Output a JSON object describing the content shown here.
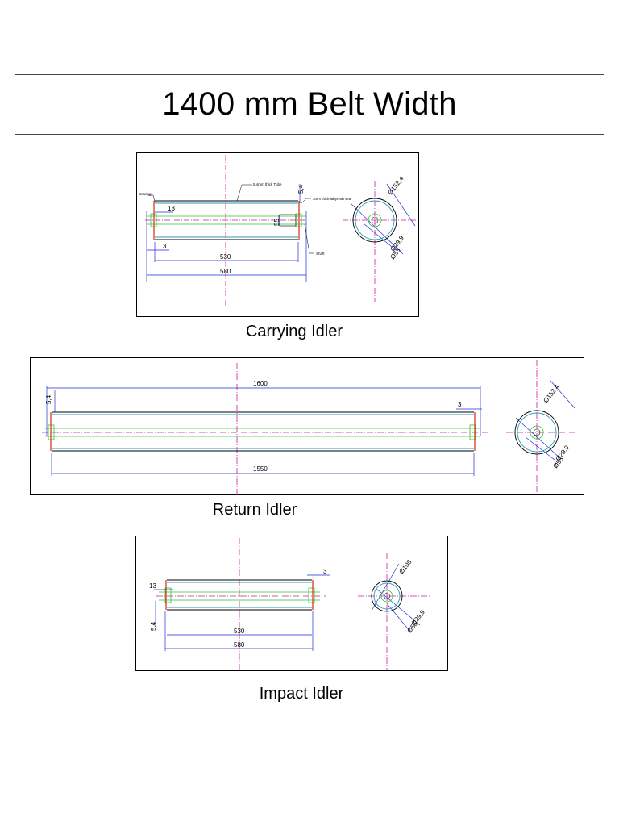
{
  "title": "1400 mm Belt Width",
  "colors": {
    "dimension": "#1f2fd6",
    "centerline": "#d4169c",
    "tube": "#2a9ab8",
    "shaft": "#2fc72f",
    "seal": "#d83a1e",
    "outline": "#000000"
  },
  "carrying": {
    "caption": "Carrying Idler",
    "dims": {
      "d13": "13",
      "d3": "3",
      "d530": "530",
      "d580": "580",
      "d54": "5,4",
      "d55": "55",
      "dia152": "Ø152,4",
      "dia29": "Ø29,9",
      "dia55": "Ø55"
    },
    "notes": {
      "tube": "5.4mm thick Tube",
      "seal": "3mm thick labyrinth seal",
      "bearing": "Bearing",
      "shaft": "Shaft"
    }
  },
  "return": {
    "caption": "Return Idler",
    "dims": {
      "d1600": "1600",
      "d1550": "1550",
      "d3": "3",
      "d54": "5,4",
      "dia152": "Ø152,4",
      "dia29": "Ø29,9",
      "dia55": "Ø55"
    }
  },
  "impact": {
    "caption": "Impact Idler",
    "dims": {
      "d13": "13",
      "d3": "3",
      "d54": "5,4",
      "d530": "530",
      "d580": "580",
      "dia108": "Ø108",
      "dia29": "Ø29,9",
      "dia55": "Ø55"
    }
  }
}
